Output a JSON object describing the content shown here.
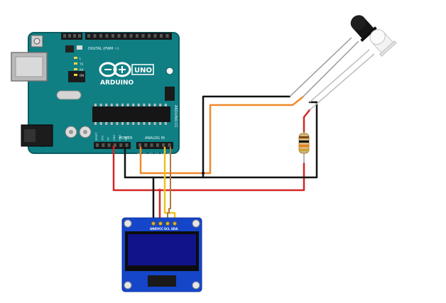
{
  "arduino": {
    "logo_text": "ARDUINO",
    "model": "UNO",
    "header_digital": "DIGITAL (PWM ~)",
    "header_power": "POWER",
    "header_analog": "ANALOG IN",
    "pins_analog": [
      "A0",
      "A1",
      "A2",
      "A3",
      "A4",
      "A5"
    ],
    "pins_power": [
      "RESET",
      "3V3",
      "5V",
      "GND",
      "GND",
      "VIN"
    ],
    "side_label": "ARDUINO.CC",
    "led_labels": [
      "L",
      "TX",
      "RX",
      "ON"
    ]
  },
  "oled": {
    "pins": [
      "GND",
      "VCC",
      "SCL",
      "SDA"
    ]
  },
  "colors": {
    "board": "#0f7f84",
    "board_dark": "#0a5f63",
    "wire_black": "#111111",
    "wire_orange": "#f08a2a",
    "wire_red": "#d32626",
    "wire_yellow": "#f2c21b",
    "wire_brown": "#b07a3c",
    "oled_pcb": "#1546c9",
    "oled_screen": "#11138a"
  },
  "components": {
    "ir_led_icon": "ir-emitter-led",
    "photodiode_icon": "ir-receiver-clear-led",
    "resistor_icon": "resistor"
  }
}
